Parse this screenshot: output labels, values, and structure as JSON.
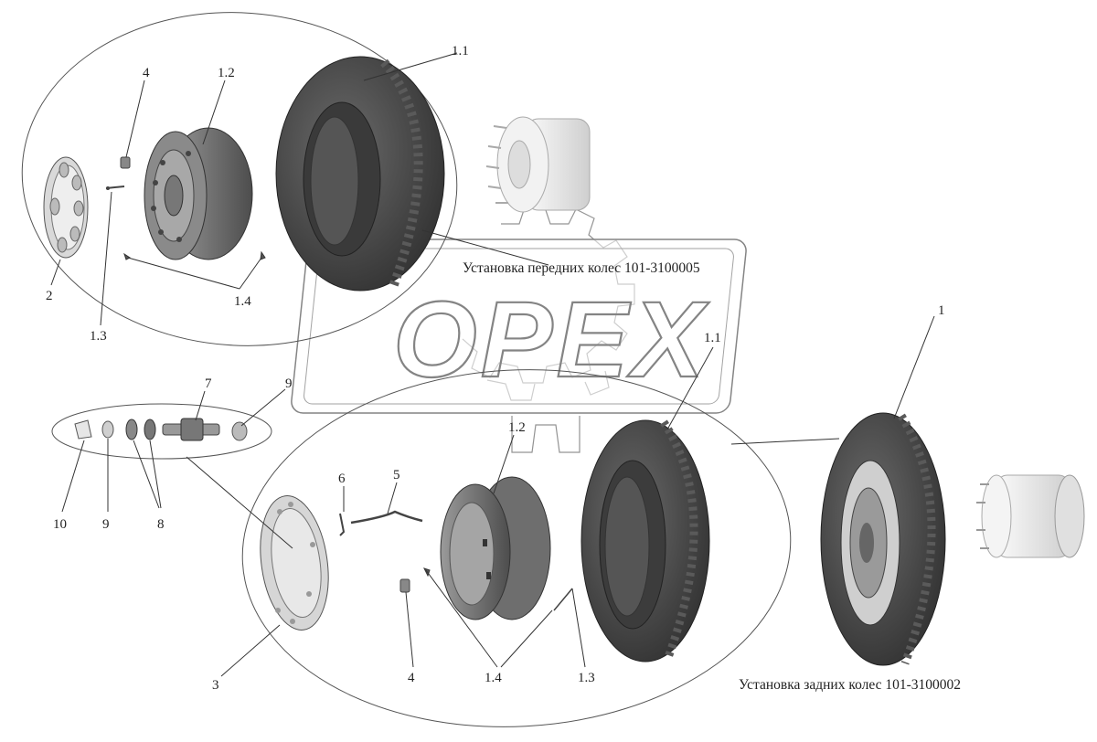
{
  "watermark": {
    "text": "OPEX"
  },
  "captions": {
    "front": "Установка передних колес 101-3100005",
    "rear": "Установка задних колес 101-3100002"
  },
  "callouts": {
    "front_tire": "1.1",
    "front_rim": "1.2",
    "front_nut": "4",
    "front_cap": "2",
    "front_valve": "1.3",
    "front_clips": "1.4",
    "rear_assembly": "1",
    "rear_tire": "1.1",
    "rear_rim": "1.2",
    "stud": "7",
    "stud_nut_right": "9",
    "stud_nut_left": "9",
    "stud_cap": "10",
    "stud_washers": "8",
    "rear_pin": "6",
    "rear_extension": "5",
    "rear_cap": "3",
    "rear_nut": "4",
    "rear_clips": "1.4",
    "rear_valve": "1.3"
  },
  "colors": {
    "line": "#333333",
    "tire": "#4a4a4a",
    "tire_dark": "#2e2e2e",
    "rim": "#6a6a6a",
    "hub": "#e6e6e6"
  }
}
